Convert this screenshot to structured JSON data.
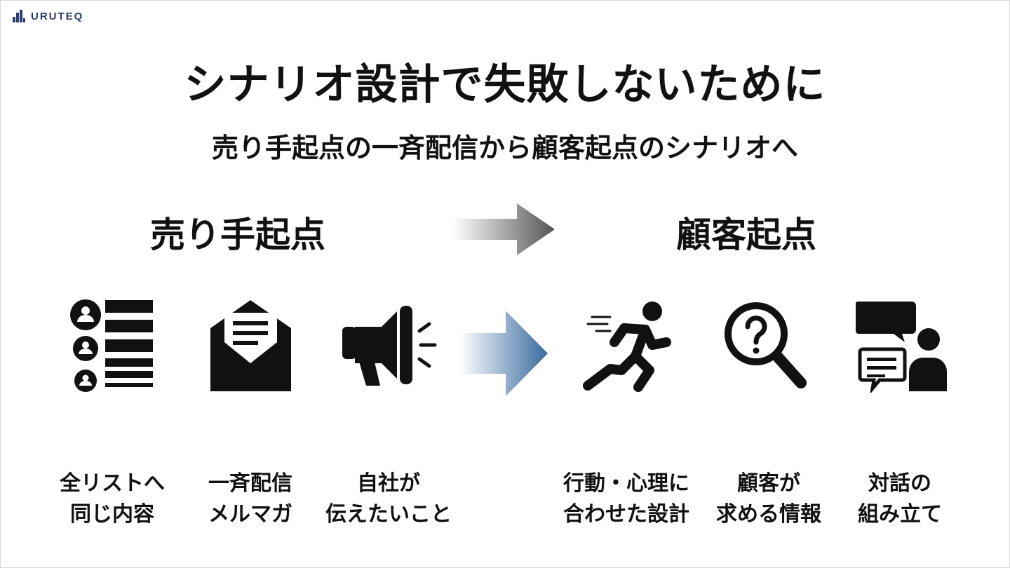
{
  "brand": {
    "name": "URUTEQ",
    "color": "#2a3b6e"
  },
  "title": "シナリオ設計で失敗しないために",
  "subtitle": "売り手起点の一斉配信から顧客起点のシナリオへ",
  "left": {
    "heading": "売り手起点",
    "items": [
      {
        "icon": "contact-list-icon",
        "line1": "全リストへ",
        "line2": "同じ内容"
      },
      {
        "icon": "open-envelope-icon",
        "line1": "一斉配信",
        "line2": "メルマガ"
      },
      {
        "icon": "megaphone-icon",
        "line1": "自社が",
        "line2": "伝えたいこと"
      }
    ]
  },
  "right": {
    "heading": "顧客起点",
    "items": [
      {
        "icon": "running-person-icon",
        "line1": "行動・心理に",
        "line2": "合わせた設計"
      },
      {
        "icon": "question-magnifier-icon",
        "line1": "顧客が",
        "line2": "求める情報"
      },
      {
        "icon": "chat-person-icon",
        "line1": "対話の",
        "line2": "組み立て"
      }
    ]
  },
  "colors": {
    "gray_arrow": "#555555",
    "blue_arrow": "#3a6a9f"
  }
}
